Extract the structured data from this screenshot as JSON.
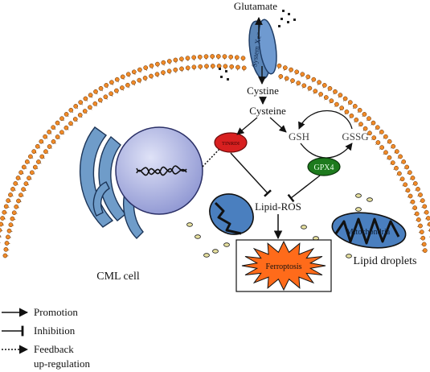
{
  "labels": {
    "glutamate": "Glutamate",
    "system_xc": "System Xc⁻",
    "cystine": "Cystine",
    "cysteine": "Cysteine",
    "tinrdl": "TINRDI",
    "gsh": "GSH",
    "gssg": "GSSG",
    "gpx4": "GPX4",
    "lipid_ros": "Lipid-ROS",
    "mitochondria": "Mitochondria",
    "ferroptosis": "Ferroptosis",
    "lipid_droplets": "Lipid droplets",
    "cml_cell": "CML cell"
  },
  "legend": [
    {
      "label": "Promotion",
      "style": "arrow"
    },
    {
      "label": "Inhibition",
      "style": "bar"
    },
    {
      "label": "Feedback\nup-regulation",
      "style": "dotted"
    }
  ],
  "colors": {
    "membrane_bead": "#f08a28",
    "transporter": "#5b86b8",
    "nucleus": "#a9b0df",
    "er": "#6f9cc9",
    "tinrdl": "#d82020",
    "gpx4": "#1d7a1d",
    "mito_outer": "#4a7fbf",
    "ferroptosis": "#ff6b1a",
    "droplet": "#e8e2a0"
  }
}
